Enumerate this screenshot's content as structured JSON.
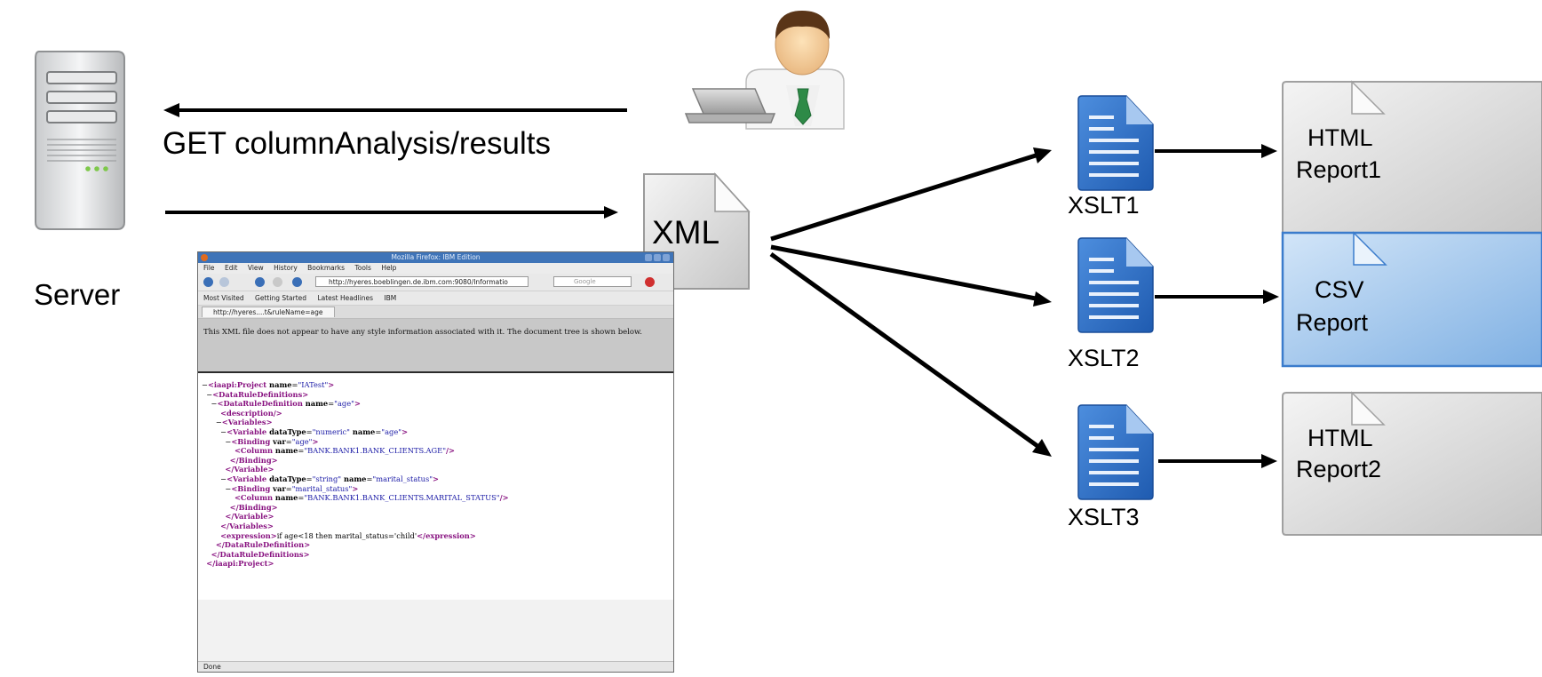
{
  "labels": {
    "server": "Server",
    "request": "GET columnAnalysis/results",
    "xml_doc": "XML",
    "xslt": [
      "XSLT1",
      "XSLT2",
      "XSLT3"
    ],
    "reports": [
      {
        "line1": "HTML",
        "line2": "Report1"
      },
      {
        "line1": "CSV",
        "line2": "Report"
      },
      {
        "line1": "HTML",
        "line2": "Report2"
      }
    ]
  },
  "browser": {
    "window_title": "Mozilla Firefox: IBM Edition",
    "menu": [
      "File",
      "Edit",
      "View",
      "History",
      "Bookmarks",
      "Tools",
      "Help"
    ],
    "url": "http://hyeres.boeblingen.de.ibm.com:9080/Informatio",
    "search_placeholder": "Google",
    "bookmarks": [
      "Most Visited",
      "Getting Started",
      "Latest Headlines",
      "IBM"
    ],
    "tab_title": "http://hyeres....t&ruleName=age",
    "info_message": "This XML file does not appear to have any style information associated with it. The document tree is shown below.",
    "status": "Done",
    "xml_lines": [
      [
        {
          "c": "m",
          "s": "−"
        },
        {
          "c": "t",
          "s": "<iaapi:Project "
        },
        {
          "c": "a",
          "s": "name"
        },
        {
          "c": "m",
          "s": "="
        },
        {
          "c": "v",
          "s": "\"IATest\""
        },
        {
          "c": "t",
          "s": ">"
        }
      ],
      [
        {
          "c": "m",
          "s": "  −"
        },
        {
          "c": "t",
          "s": "<DataRuleDefinitions>"
        }
      ],
      [
        {
          "c": "m",
          "s": "    −"
        },
        {
          "c": "t",
          "s": "<DataRuleDefinition "
        },
        {
          "c": "a",
          "s": "name"
        },
        {
          "c": "m",
          "s": "="
        },
        {
          "c": "v",
          "s": "\"age\""
        },
        {
          "c": "t",
          "s": ">"
        }
      ],
      [
        {
          "c": "m",
          "s": "        "
        },
        {
          "c": "t",
          "s": "<description/>"
        }
      ],
      [
        {
          "c": "m",
          "s": "      −"
        },
        {
          "c": "t",
          "s": "<Variables>"
        }
      ],
      [
        {
          "c": "m",
          "s": "        −"
        },
        {
          "c": "t",
          "s": "<Variable "
        },
        {
          "c": "a",
          "s": "dataType"
        },
        {
          "c": "m",
          "s": "="
        },
        {
          "c": "v",
          "s": "\"numeric\""
        },
        {
          "c": "a",
          "s": " name"
        },
        {
          "c": "m",
          "s": "="
        },
        {
          "c": "v",
          "s": "\"age\""
        },
        {
          "c": "t",
          "s": ">"
        }
      ],
      [
        {
          "c": "m",
          "s": "          −"
        },
        {
          "c": "t",
          "s": "<Binding "
        },
        {
          "c": "a",
          "s": "var"
        },
        {
          "c": "m",
          "s": "="
        },
        {
          "c": "v",
          "s": "\"age\""
        },
        {
          "c": "t",
          "s": ">"
        }
      ],
      [
        {
          "c": "m",
          "s": "              "
        },
        {
          "c": "t",
          "s": "<Column "
        },
        {
          "c": "a",
          "s": "name"
        },
        {
          "c": "m",
          "s": "="
        },
        {
          "c": "v",
          "s": "\"BANK.BANK1.BANK_CLIENTS.AGE\""
        },
        {
          "c": "t",
          "s": "/>"
        }
      ],
      [
        {
          "c": "m",
          "s": "            "
        },
        {
          "c": "t",
          "s": "</Binding>"
        }
      ],
      [
        {
          "c": "m",
          "s": "          "
        },
        {
          "c": "t",
          "s": "</Variable>"
        }
      ],
      [
        {
          "c": "m",
          "s": "        −"
        },
        {
          "c": "t",
          "s": "<Variable "
        },
        {
          "c": "a",
          "s": "dataType"
        },
        {
          "c": "m",
          "s": "="
        },
        {
          "c": "v",
          "s": "\"string\""
        },
        {
          "c": "a",
          "s": " name"
        },
        {
          "c": "m",
          "s": "="
        },
        {
          "c": "v",
          "s": "\"marital_status\""
        },
        {
          "c": "t",
          "s": ">"
        }
      ],
      [
        {
          "c": "m",
          "s": "          −"
        },
        {
          "c": "t",
          "s": "<Binding "
        },
        {
          "c": "a",
          "s": "var"
        },
        {
          "c": "m",
          "s": "="
        },
        {
          "c": "v",
          "s": "\"marital_status\""
        },
        {
          "c": "t",
          "s": ">"
        }
      ],
      [
        {
          "c": "m",
          "s": "              "
        },
        {
          "c": "t",
          "s": "<Column "
        },
        {
          "c": "a",
          "s": "name"
        },
        {
          "c": "m",
          "s": "="
        },
        {
          "c": "v",
          "s": "\"BANK.BANK1.BANK_CLIENTS.MARITAL_STATUS\""
        },
        {
          "c": "t",
          "s": "/>"
        }
      ],
      [
        {
          "c": "m",
          "s": "            "
        },
        {
          "c": "t",
          "s": "</Binding>"
        }
      ],
      [
        {
          "c": "m",
          "s": "          "
        },
        {
          "c": "t",
          "s": "</Variable>"
        }
      ],
      [
        {
          "c": "m",
          "s": "        "
        },
        {
          "c": "t",
          "s": "</Variables>"
        }
      ],
      [
        {
          "c": "m",
          "s": "        "
        },
        {
          "c": "t",
          "s": "<expression>"
        },
        {
          "c": "m",
          "s": "if age<18 then marital_status='child'"
        },
        {
          "c": "t",
          "s": "</expression>"
        }
      ],
      [
        {
          "c": "m",
          "s": "      "
        },
        {
          "c": "t",
          "s": "</DataRuleDefinition>"
        }
      ],
      [
        {
          "c": "m",
          "s": "    "
        },
        {
          "c": "t",
          "s": "</DataRuleDefinitions>"
        }
      ],
      [
        {
          "c": "m",
          "s": "  "
        },
        {
          "c": "t",
          "s": "</iaapi:Project>"
        }
      ]
    ]
  },
  "colors": {
    "arrow": "#000000",
    "doc_blue": "#2f6fc6",
    "report_gray": "#d6d6d6",
    "csv_blue": "#a9c9ec",
    "window_title_bar": "#3f74b8",
    "xml_tag": "#881280",
    "xml_value": "#1a1aa6"
  }
}
